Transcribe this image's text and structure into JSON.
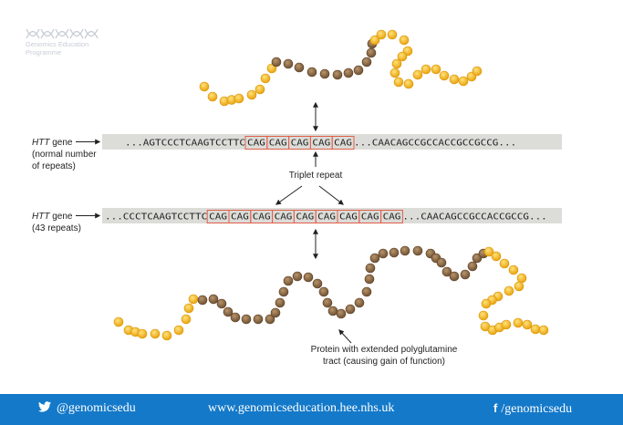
{
  "logo": {
    "line1": "Genomics Education",
    "line2": "Programme"
  },
  "row1": {
    "label_gene": "HTT",
    "label_rest": " gene",
    "label_line2": "(normal number",
    "label_line3": "of repeats)",
    "seq_prefix": "...AGTCCCTCAAGTCCTTC",
    "repeats": [
      "CAG",
      "CAG",
      "CAG",
      "CAG",
      "CAG"
    ],
    "seq_suffix": "...CAACAGCCGCCACCGCCGCCG..."
  },
  "triplet_label": "Triplet repeat",
  "row2": {
    "label_gene": "HTT",
    "label_rest": " gene",
    "label_line2": "(43 repeats)",
    "seq_prefix": "...CCCTCAAGTCCTTC",
    "repeats": [
      "CAG",
      "CAG",
      "CAG",
      "CAG",
      "CAG",
      "CAG",
      "CAG",
      "CAG",
      "CAG"
    ],
    "seq_suffix": "...CAACAGCCGCCACCGCCG..."
  },
  "protein_caption": {
    "line1": "Protein with extended polyglutamine",
    "line2": "tract (causing gain of function)"
  },
  "footer": {
    "twitter": "@genomicsedu",
    "website": "www.genomicseducation.hee.nhs.uk",
    "facebook": "/genomicsedu"
  },
  "colors": {
    "glutamine": "#8b6a45",
    "other": "#f2b51a",
    "box": "#e0604c",
    "band": "#dcdcd8",
    "footer": "#1479c9"
  }
}
